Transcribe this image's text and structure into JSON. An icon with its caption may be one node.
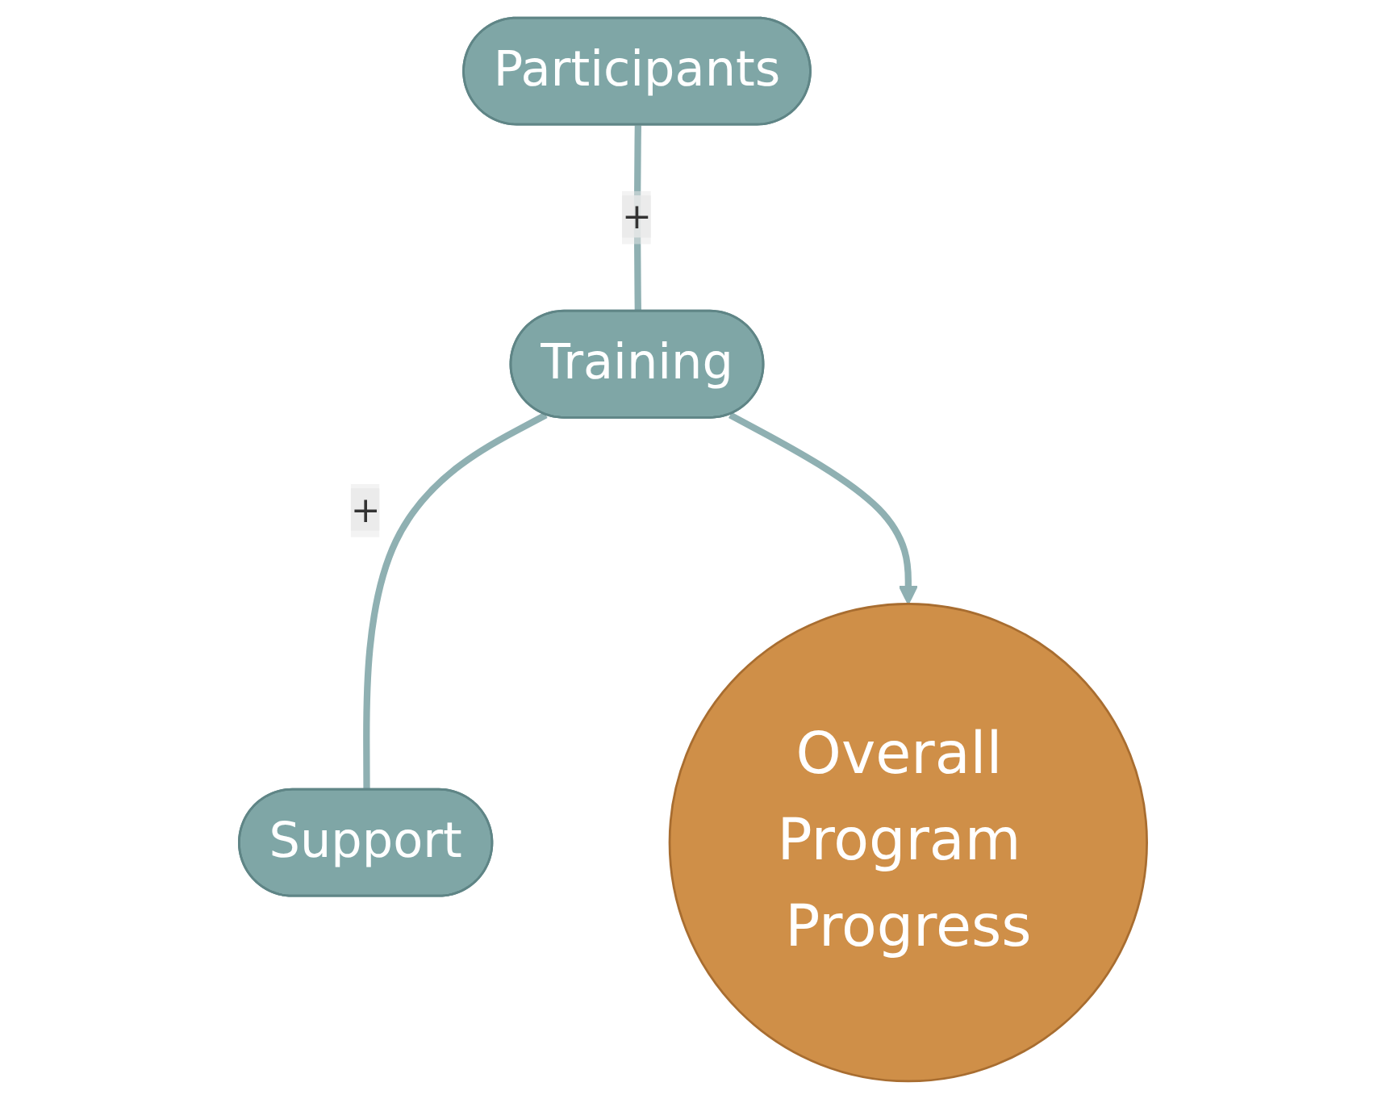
{
  "diagram": {
    "nodes": [
      {
        "text": [
          "Participants"
        ]
      },
      {
        "text": [
          "Training"
        ]
      },
      {
        "text": [
          "Support"
        ]
      },
      {
        "text": [
          "Overall Program Progress"
        ]
      }
    ],
    "edges": [
      {
        "from": 0,
        "to": 1,
        "arrow": "none",
        "label": "+"
      },
      {
        "from": 1,
        "to": 2,
        "arrow": "none",
        "label": "+"
      },
      {
        "from": 1,
        "to": 3,
        "arrow": "to"
      }
    ]
  }
}
